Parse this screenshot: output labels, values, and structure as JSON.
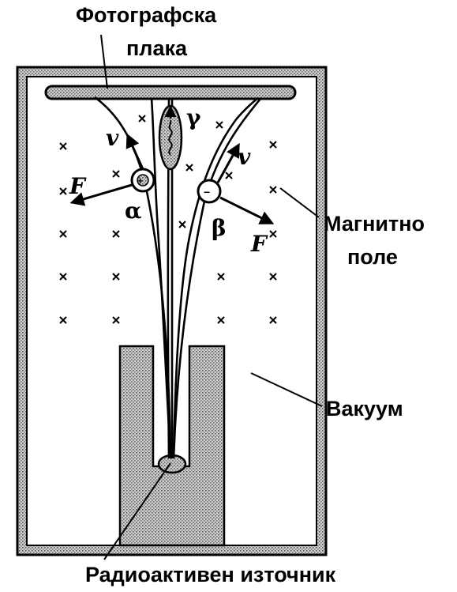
{
  "labels": {
    "photographic_plate_line1": "Фотографска",
    "photographic_plate_line2": "плака",
    "magnetic_field_line1": "Магнитно",
    "magnetic_field_line2": "поле",
    "vacuum": "Вакуум",
    "radioactive_source": "Радиоактивен източник"
  },
  "symbols": {
    "alpha": "α",
    "beta": "β",
    "gamma": "γ",
    "velocity": "v",
    "force": "F"
  },
  "colors": {
    "ink": "#000000",
    "paper": "#ffffff",
    "hatch": "#9a9a9a"
  }
}
